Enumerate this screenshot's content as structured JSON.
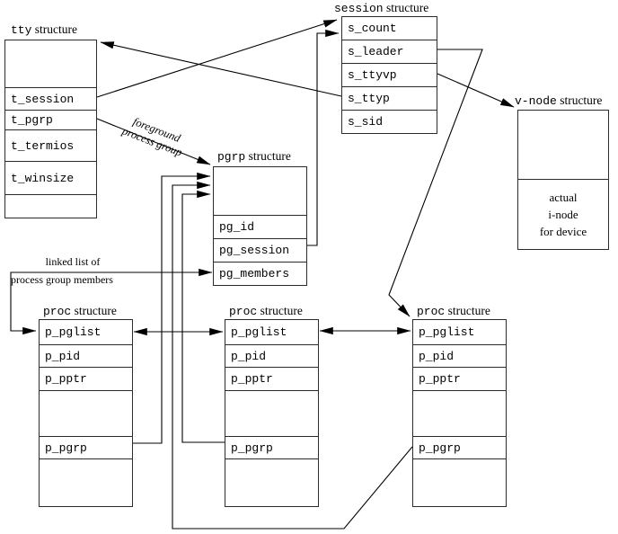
{
  "figure": {
    "background": "#ffffff",
    "line_color": "#000000",
    "text_color": "#000000"
  },
  "boxes": {
    "tty": {
      "title_code": "tty",
      "title_rest": " structure",
      "fields": [
        "t_session",
        "t_pgrp",
        "t_termios",
        "t_winsize"
      ]
    },
    "session": {
      "title_code": "session",
      "title_rest": " structure",
      "fields": [
        "s_count",
        "s_leader",
        "s_ttyvp",
        "s_ttyp",
        "s_sid"
      ]
    },
    "pgrp": {
      "title_code": "pgrp",
      "title_rest": " structure",
      "fields": [
        "pg_id",
        "pg_session",
        "pg_members"
      ]
    },
    "proc1": {
      "title_code": "proc",
      "title_rest": " structure",
      "fields": [
        "p_pglist",
        "p_pid",
        "p_pptr",
        "p_pgrp"
      ]
    },
    "proc2": {
      "title_code": "proc",
      "title_rest": " structure",
      "fields": [
        "p_pglist",
        "p_pid",
        "p_pptr",
        "p_pgrp"
      ]
    },
    "proc3": {
      "title_code": "proc",
      "title_rest": " structure",
      "fields": [
        "p_pglist",
        "p_pid",
        "p_pptr",
        "p_pgrp"
      ]
    },
    "vnode": {
      "title_code": "v-node",
      "title_rest": " structure",
      "note": [
        "actual",
        "i-node",
        "for device"
      ]
    }
  },
  "annotations": {
    "foreground_line1": "foreground",
    "foreground_line2": "process group",
    "linked_list_line1": "linked list of",
    "linked_list_line2": "process group members"
  }
}
